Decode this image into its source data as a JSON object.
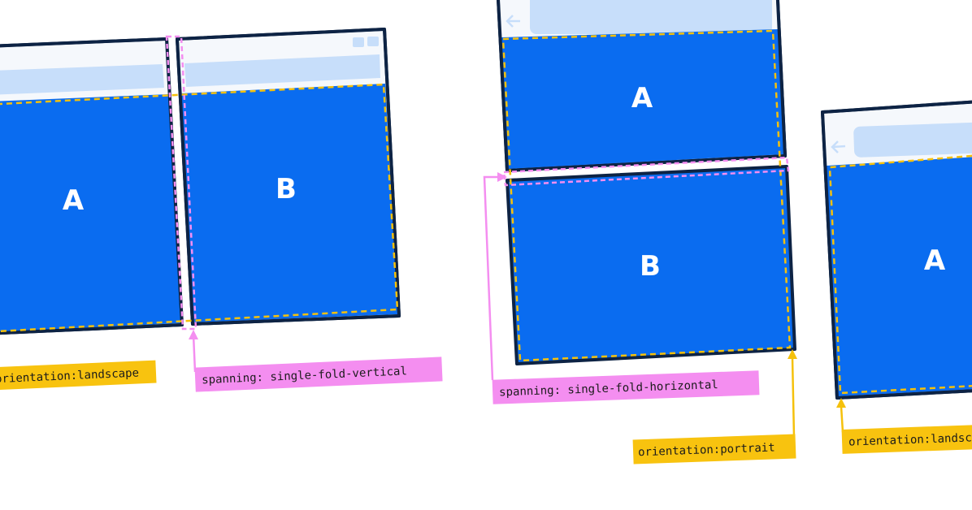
{
  "colors": {
    "screen": "#0a6cf0",
    "frame": "#0d2344",
    "chrome": "#f5f8fc",
    "address_bar": "#c7defa",
    "fold_line": "#f48ef0",
    "viewport_line": "#f5c10c",
    "orientation_tag": "#f8c30f",
    "spanning_tag": "#f48ef0"
  },
  "panes": {
    "d1_left": "A",
    "d1_right": "B",
    "d2_top": "A",
    "d2_bottom": "B",
    "d3": "A"
  },
  "labels": {
    "d1_orientation": "orientation:landscape",
    "d1_spanning": "spanning: single-fold-vertical",
    "d2_spanning": "spanning: single-fold-horizontal",
    "d2_orientation": "orientation:portrait",
    "d3_orientation": "orientation:landscape"
  },
  "icons": [
    "window-buttons-icon",
    "back-arrow-icon"
  ]
}
